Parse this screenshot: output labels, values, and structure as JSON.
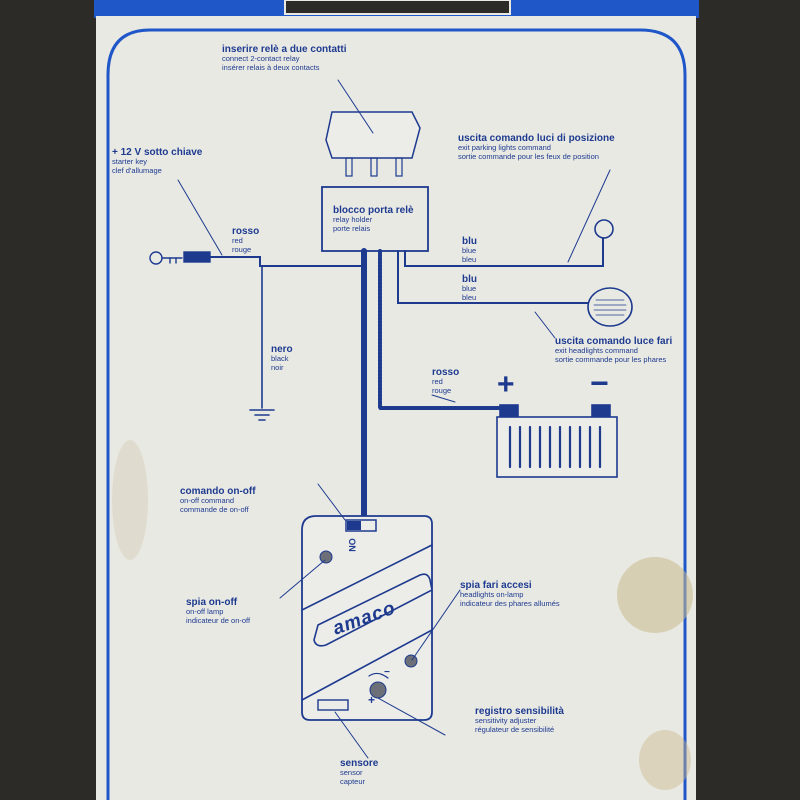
{
  "colors": {
    "background_outer": "#2c2b28",
    "panel": "#e9e9e4",
    "panel_border": "#1f57c9",
    "ink": "#1d3a8f",
    "stain": "#b8a77a"
  },
  "labels": {
    "relay": {
      "it": "inserire relè a due contatti",
      "en": "connect 2-contact relay",
      "fr": "insérer relais à deux contacts"
    },
    "ignition": {
      "it": "+ 12 V sotto chiave",
      "en": "starter key",
      "fr": "clef d'allumage"
    },
    "relay_holder": {
      "it": "blocco porta relè",
      "en": "relay holder",
      "fr": "porte relais"
    },
    "parking_out": {
      "it": "uscita comando luci di posizione",
      "en": "exit parking lights command",
      "fr": "sortie commande pour les feux de position"
    },
    "wire_red_top": {
      "it": "rosso",
      "en": "red",
      "fr": "rouge"
    },
    "wire_blue_1": {
      "it": "blu",
      "en": "blue",
      "fr": "bleu"
    },
    "wire_blue_2": {
      "it": "blu",
      "en": "blue",
      "fr": "bleu"
    },
    "headlights_out": {
      "it": "uscita comando luce fari",
      "en": "exit headlights command",
      "fr": "sortie commande pour les phares"
    },
    "wire_black": {
      "it": "nero",
      "en": "black",
      "fr": "noir"
    },
    "wire_red_battery": {
      "it": "rosso",
      "en": "red",
      "fr": "rouge"
    },
    "battery_plus": "+",
    "battery_minus": "−",
    "onoff_command": {
      "it": "comando on-off",
      "en": "on-off command",
      "fr": "commande de on-off"
    },
    "onoff_lamp": {
      "it": "spia on-off",
      "en": "on-off lamp",
      "fr": "indicateur de on-off"
    },
    "headlights_lamp": {
      "it": "spia fari accesi",
      "en": "headlights on-lamp",
      "fr": "indicateur des phares allumés"
    },
    "sensitivity": {
      "it": "registro sensibilità",
      "en": "sensitivity adjuster",
      "fr": "régulateur de sensibilité"
    },
    "sensor": {
      "it": "sensore",
      "en": "sensor",
      "fr": "capteur"
    },
    "switch_on": "ON",
    "brand": "amaco",
    "adjust_plus": "+",
    "adjust_minus": "−"
  }
}
